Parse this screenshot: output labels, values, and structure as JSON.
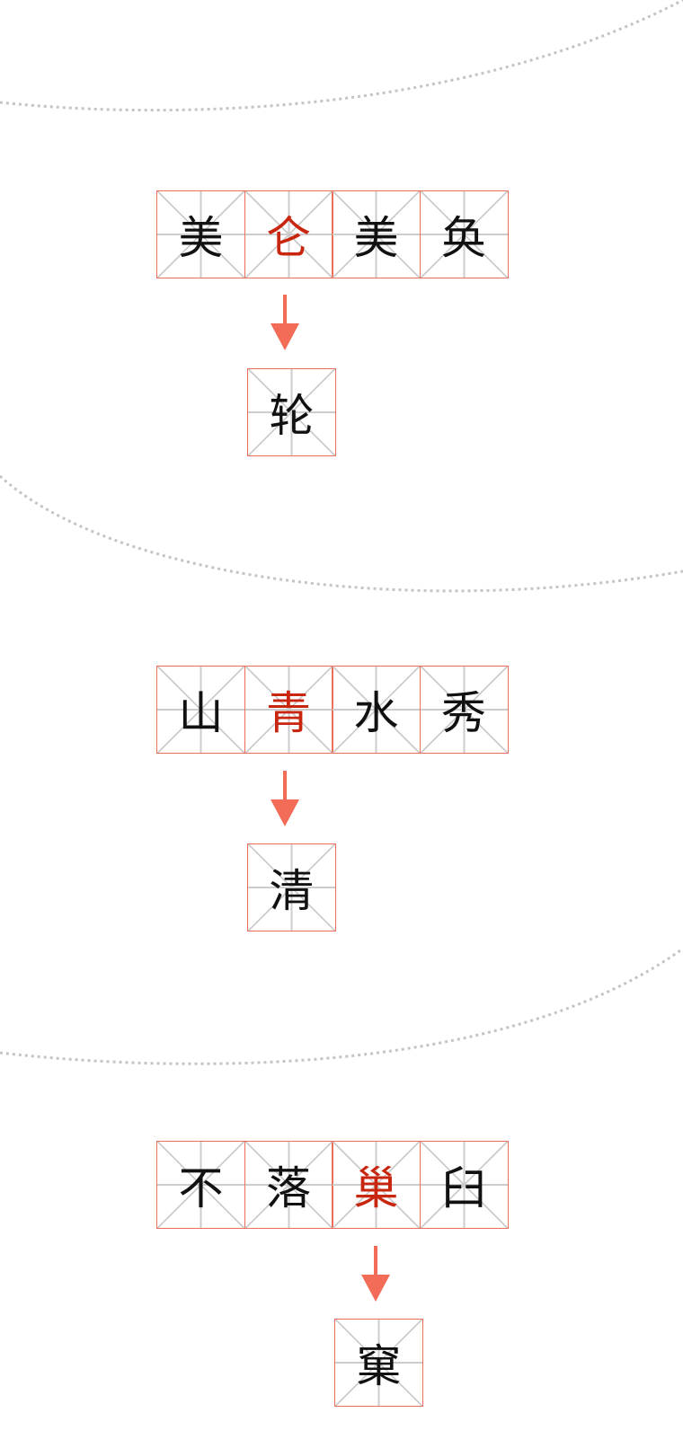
{
  "accent_color": "#f26c58",
  "highlight_color": "#c8260f",
  "puzzles": [
    {
      "chars": [
        "美",
        "仑",
        "美",
        "奂"
      ],
      "highlight_index": 1,
      "answer": "轮"
    },
    {
      "chars": [
        "山",
        "青",
        "水",
        "秀"
      ],
      "highlight_index": 1,
      "answer": "清"
    },
    {
      "chars": [
        "不",
        "落",
        "巢",
        "臼"
      ],
      "highlight_index": 2,
      "answer": "窠"
    }
  ]
}
